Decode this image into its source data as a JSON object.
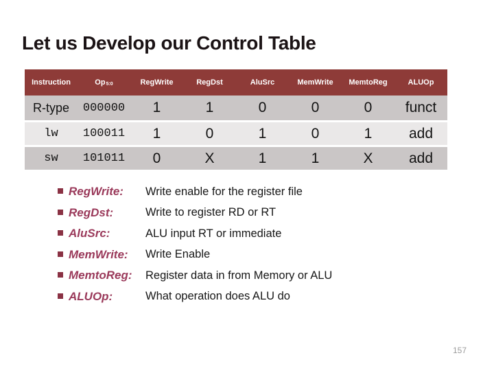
{
  "slide": {
    "title": "Let us Develop our Control Table",
    "page_number": "157"
  },
  "table": {
    "headers": [
      "Instruction",
      "Op",
      "RegWrite",
      "RegDst",
      "AluSrc",
      "MemWrite",
      "MemtoReg",
      "ALUOp"
    ],
    "op_subscript": "5:0",
    "rows": [
      {
        "cells": [
          "R-type",
          "000000",
          "1",
          "1",
          "0",
          "0",
          "0",
          "funct"
        ]
      },
      {
        "cells": [
          "lw",
          "100011",
          "1",
          "0",
          "1",
          "0",
          "1",
          "add"
        ]
      },
      {
        "cells": [
          "sw",
          "101011",
          "0",
          "X",
          "1",
          "1",
          "X",
          "add"
        ]
      }
    ]
  },
  "legend": {
    "items": [
      {
        "term": "RegWrite:",
        "description": "Write enable for the register file"
      },
      {
        "term": "RegDst:",
        "description": "Write to register RD or RT"
      },
      {
        "term": "AluSrc:",
        "description": "ALU input RT or immediate"
      },
      {
        "term": "MemWrite:",
        "description": "Write Enable"
      },
      {
        "term": "MemtoReg:",
        "description": "Register data in from Memory or ALU"
      },
      {
        "term": "ALUOp:",
        "description": "What operation does ALU do"
      }
    ]
  },
  "colors": {
    "table_header_bg": "#8e3b38",
    "row_dark": "#cac6c6",
    "row_light": "#eae8e8",
    "term_maroon": "#9a395a",
    "bullet_maroon": "#8a3244",
    "title_text": "#1b1315",
    "page_number_gray": "#9b9b9b"
  }
}
